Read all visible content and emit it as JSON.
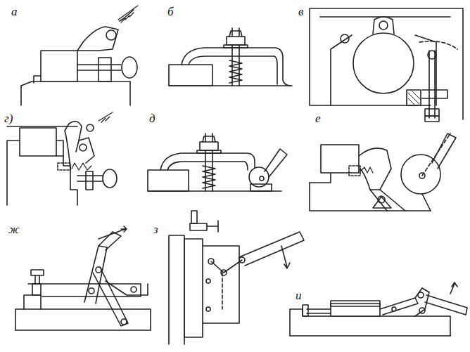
{
  "diagram": {
    "labels": [
      "а",
      "б",
      "в",
      "г)",
      "д",
      "е",
      "ж",
      "з",
      "и"
    ]
  }
}
